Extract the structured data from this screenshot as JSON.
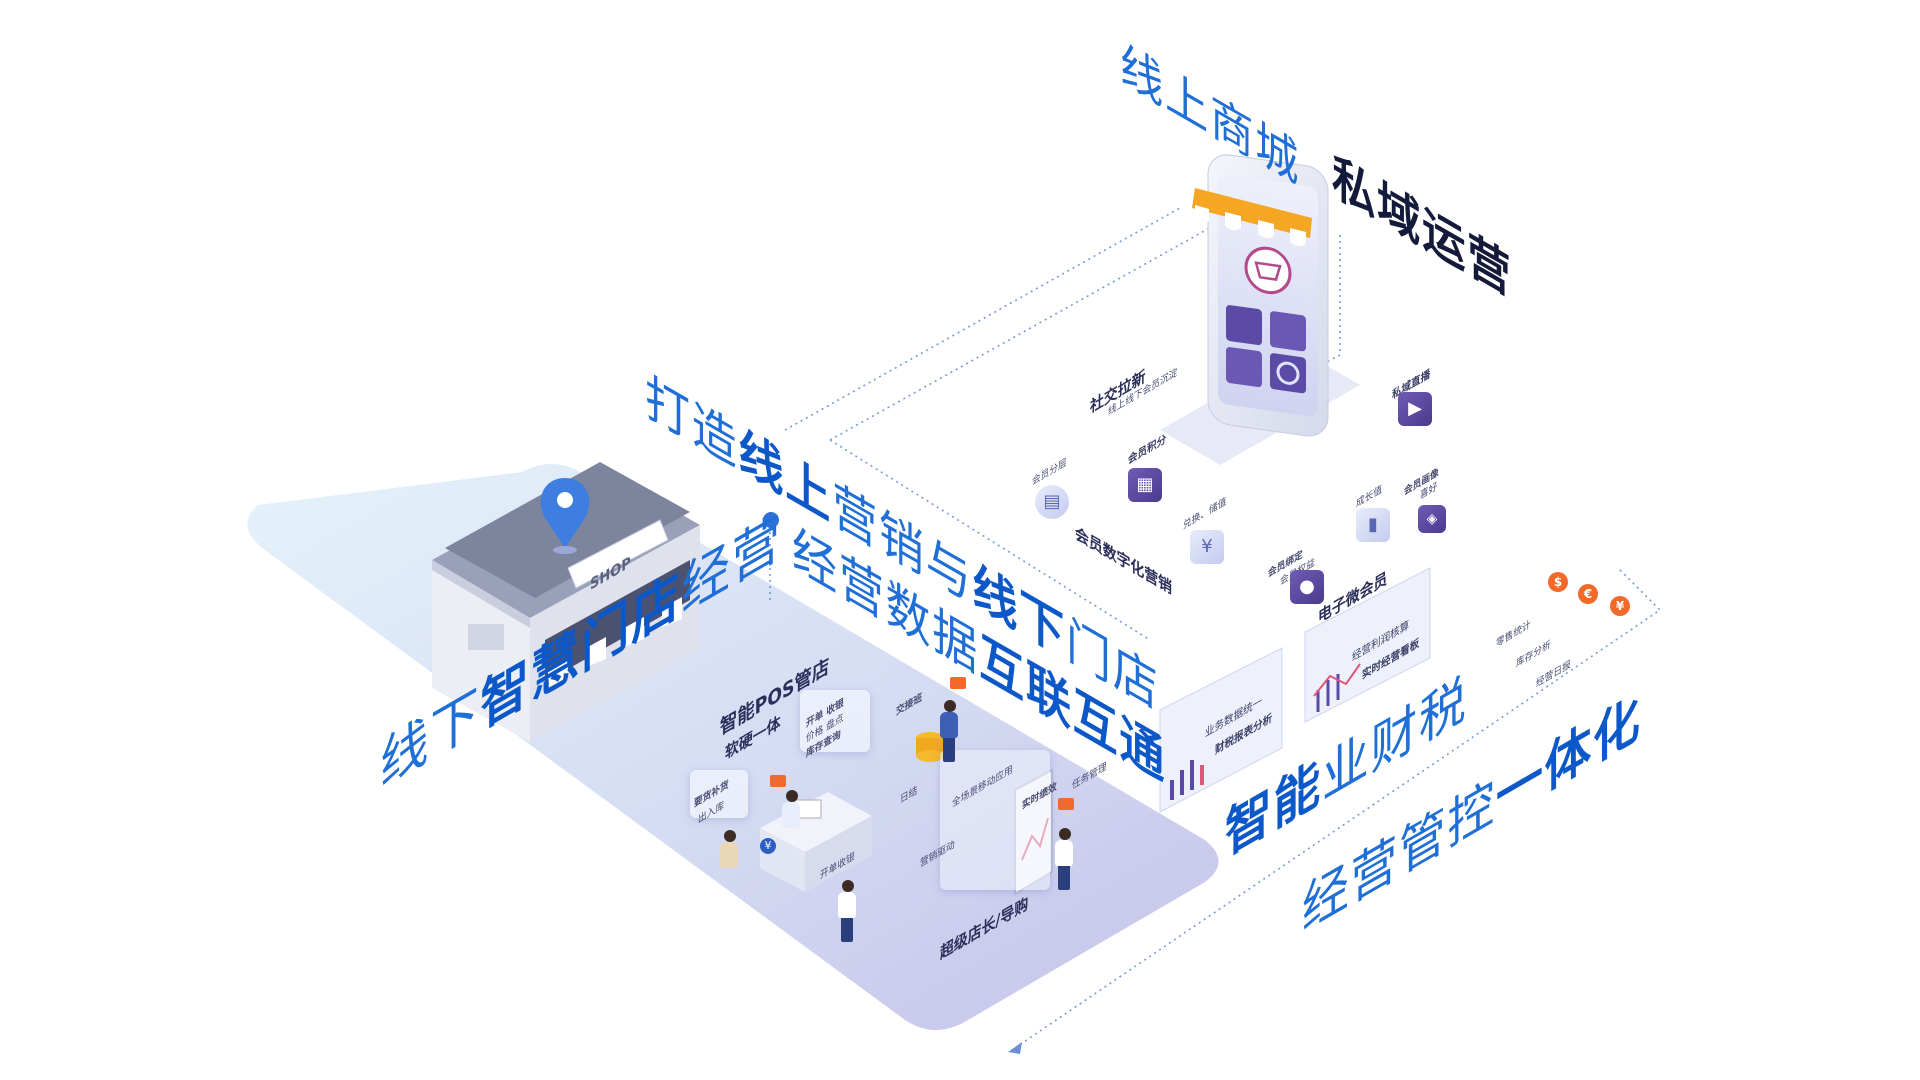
{
  "top": {
    "title_prefix": "线上商城",
    "title_bold": "私域运营"
  },
  "mid": {
    "line1_a": "打造",
    "line1_b": "线上",
    "line1_c": "营销与",
    "line1_d": "线下",
    "line1_e": "门店",
    "line2_a": "经营数据",
    "line2_b": "互联互通"
  },
  "left": {
    "a": "线下",
    "b": "智慧门店",
    "c": "经营"
  },
  "right": {
    "line1_a": "智能",
    "line1_b": "业财税",
    "line2_a": "经营管控",
    "line2_b": "一体化"
  },
  "mall": {
    "social": "社交拉新",
    "social_sub": "线上线下会员沉淀",
    "live": "私域直播",
    "points": "会员积分",
    "tiers": "会员分层",
    "exchange": "兑换、储值",
    "digital": "会员数字化营销",
    "growth": "成长值",
    "portrait": "会员画像",
    "portrait_sub": "喜好",
    "bind": "会员绑定",
    "bind_sub": "会员权益",
    "ecard": "电子微会员"
  },
  "finance": {
    "panel1_a": "业务数据统一",
    "panel1_b": "财税报表分析",
    "panel2_a": "经营利润核算",
    "panel2_b": "实时经营看板",
    "s1": "零售统计",
    "s2": "库存分析",
    "s3": "经营日报",
    "currency": [
      "$",
      "€",
      "¥"
    ]
  },
  "store": {
    "shop_sign": "SHOP",
    "pos_title": "智能POS管店",
    "pos_sub": "软硬一体",
    "pos_items": "开单 收银",
    "pos_items2": "价格 盘点",
    "pos_items3": "库存查询",
    "handover": "交接班",
    "restock": "要货补货",
    "inout": "出入库",
    "daily": "日结",
    "checkout": "开单收银",
    "yen": "¥",
    "scene": "全场景移动应用",
    "realtime": "实时绩效",
    "tasks": "任务管理",
    "marketing": "营销驱动",
    "manager": "超级店长/导购"
  },
  "colors": {
    "blue": "#1f6fd6",
    "accent": "#f26a2a",
    "purple": "#5a4aa6",
    "navy": "#141b3a"
  }
}
